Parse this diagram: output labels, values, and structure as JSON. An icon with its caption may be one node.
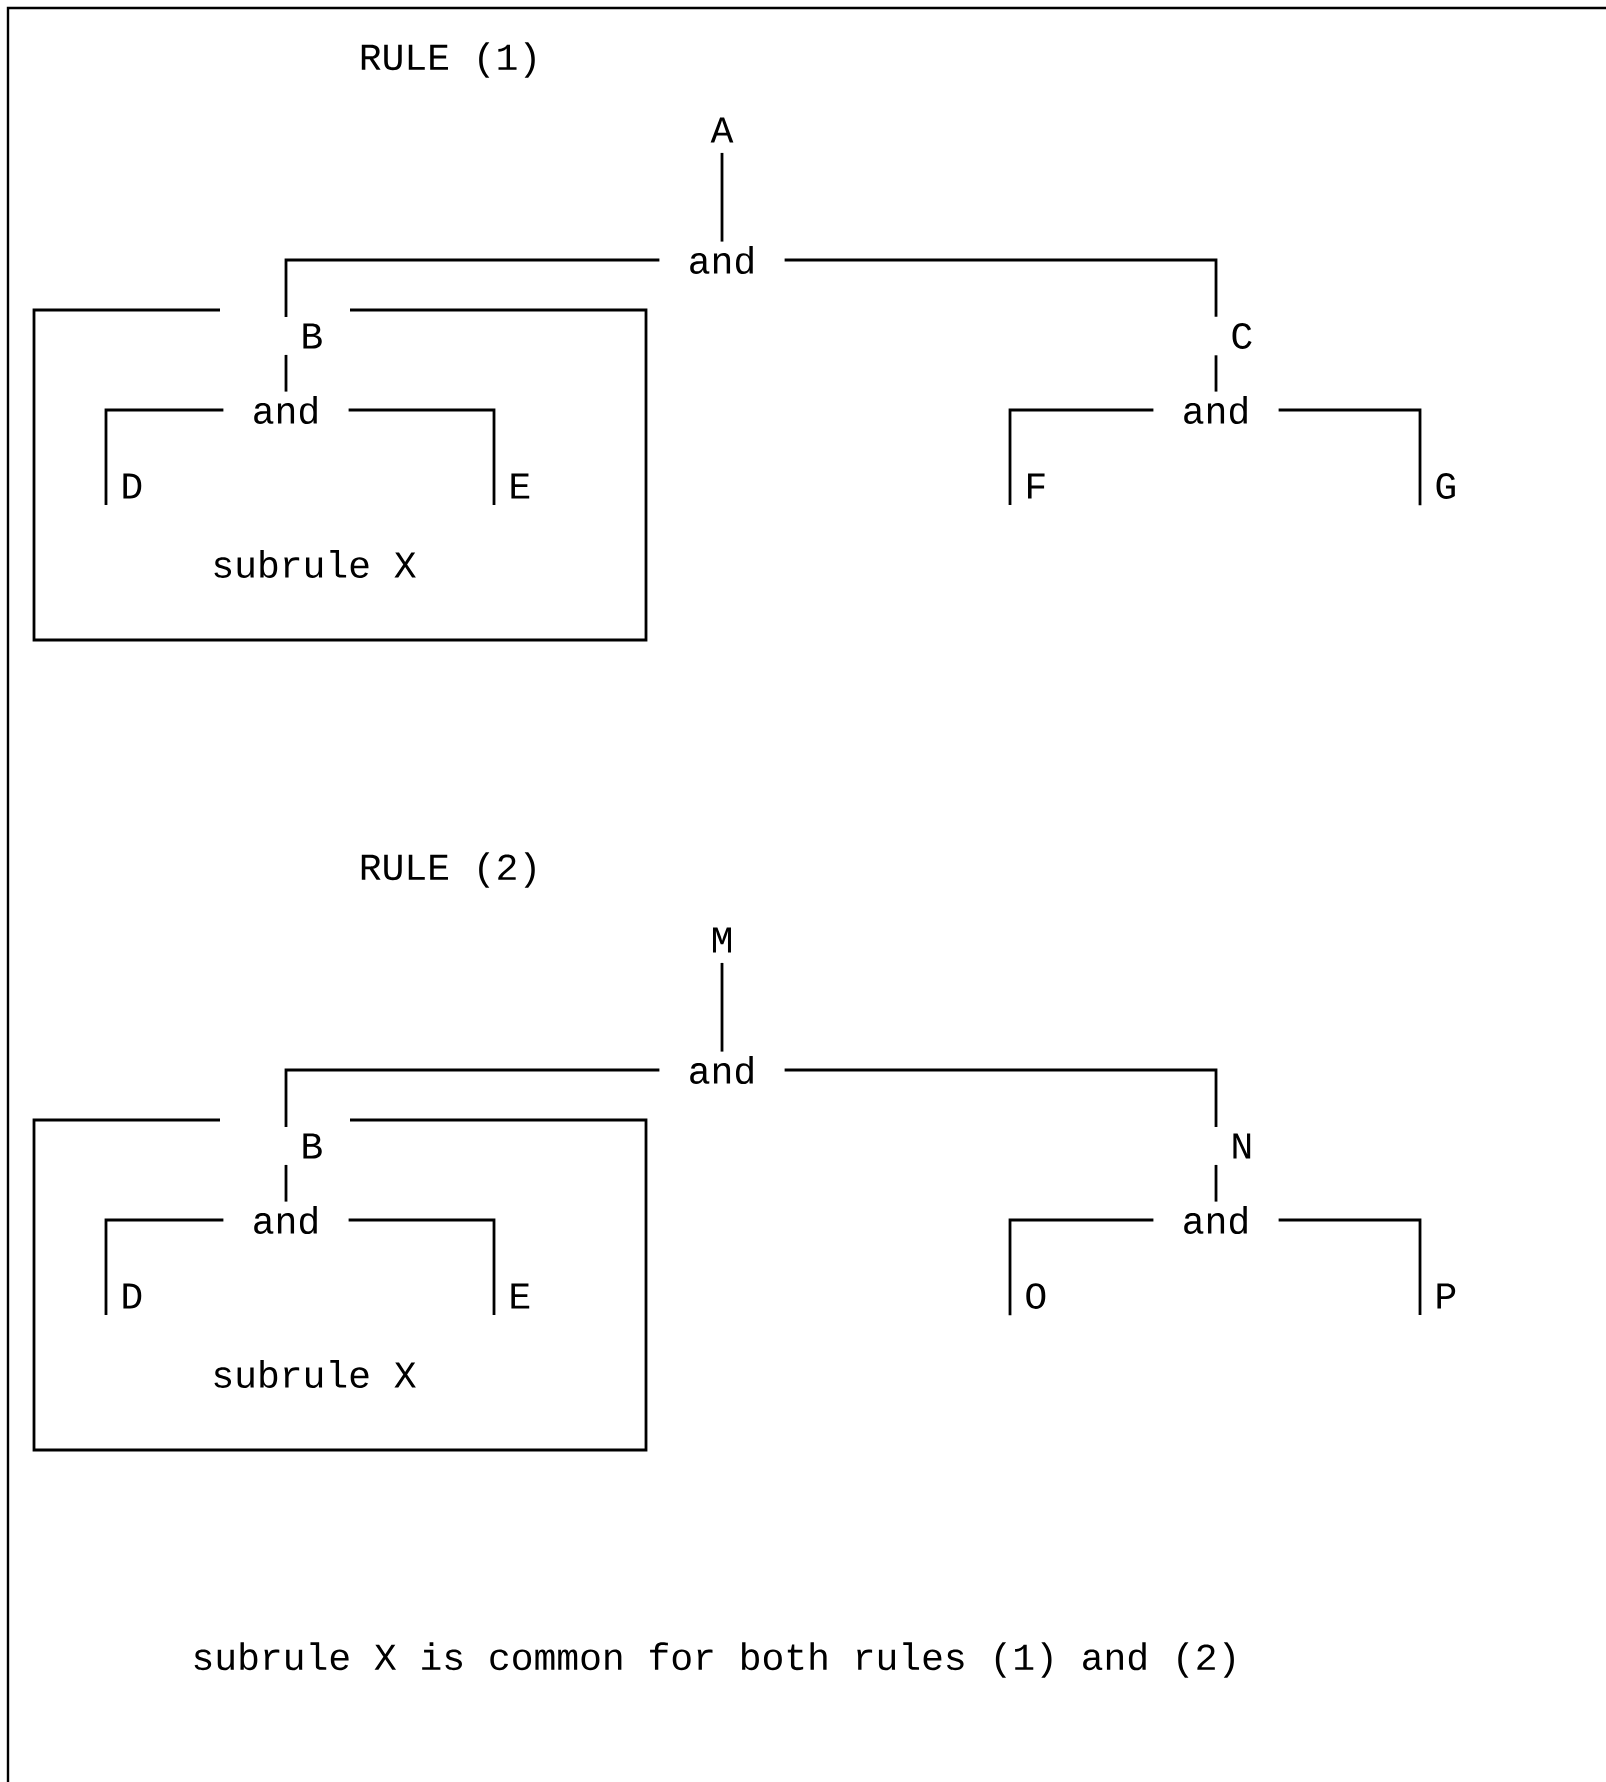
{
  "diagram": {
    "nodes": [
      {
        "text": [
          "A"
        ]
      },
      {
        "text": [
          "and"
        ]
      },
      {
        "text": [
          "subrule X"
        ]
      },
      {
        "text": [
          "B"
        ],
        "in": 2
      },
      {
        "text": [
          "and"
        ],
        "in": 2
      },
      {
        "text": [
          "D"
        ],
        "in": 2
      },
      {
        "text": [
          "E"
        ],
        "in": 2
      },
      {
        "text": [
          "C"
        ]
      },
      {
        "text": [
          "and"
        ]
      },
      {
        "text": [
          "F"
        ]
      },
      {
        "text": [
          "G"
        ]
      },
      {
        "text": [
          "M"
        ]
      },
      {
        "text": [
          "and"
        ]
      },
      {
        "text": [
          "subrule X"
        ]
      },
      {
        "text": [
          "B"
        ],
        "in": 13
      },
      {
        "text": [
          "and"
        ],
        "in": 13
      },
      {
        "text": [
          "D"
        ],
        "in": 13
      },
      {
        "text": [
          "E"
        ],
        "in": 13
      },
      {
        "text": [
          "N"
        ]
      },
      {
        "text": [
          "and"
        ]
      },
      {
        "text": [
          "O"
        ]
      },
      {
        "text": [
          "P"
        ]
      }
    ],
    "edges": [
      {
        "from": 0,
        "to": 1,
        "arrow": "none"
      },
      {
        "from": 1,
        "to": 3,
        "arrow": "none"
      },
      {
        "from": 3,
        "to": 4,
        "arrow": "none"
      },
      {
        "from": 4,
        "to": 5,
        "arrow": "none"
      },
      {
        "from": 4,
        "to": 6,
        "arrow": "none"
      },
      {
        "from": 1,
        "to": 7,
        "arrow": "none"
      },
      {
        "from": 7,
        "to": 8,
        "arrow": "none"
      },
      {
        "from": 8,
        "to": 9,
        "arrow": "none"
      },
      {
        "from": 8,
        "to": 10,
        "arrow": "none"
      },
      {
        "from": 11,
        "to": 12,
        "arrow": "none"
      },
      {
        "from": 12,
        "to": 14,
        "arrow": "none"
      },
      {
        "from": 14,
        "to": 15,
        "arrow": "none"
      },
      {
        "from": 15,
        "to": 16,
        "arrow": "none"
      },
      {
        "from": 15,
        "to": 17,
        "arrow": "none"
      },
      {
        "from": 12,
        "to": 18,
        "arrow": "none"
      },
      {
        "from": 18,
        "to": 19,
        "arrow": "none"
      },
      {
        "from": 19,
        "to": 20,
        "arrow": "none"
      },
      {
        "from": 19,
        "to": 21,
        "arrow": "none"
      }
    ],
    "labels": [
      "RULE (1)",
      "RULE (2)",
      "subrule X is common for both rules (1) and (2)"
    ]
  }
}
